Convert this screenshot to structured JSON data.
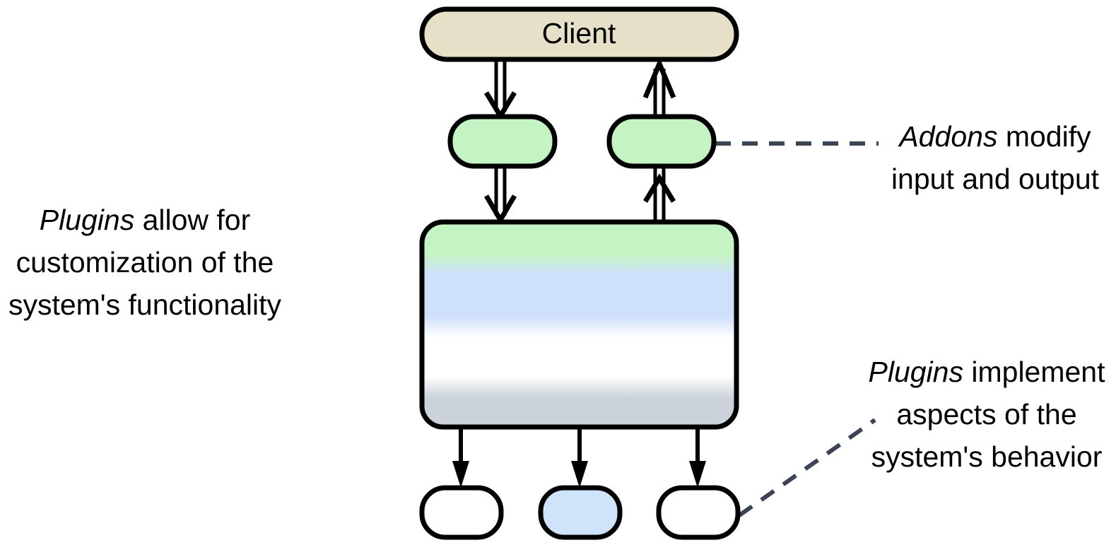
{
  "diagram": {
    "title": "Client / Addons / Plugins architecture",
    "background": "#ffffff",
    "stroke_color": "#000000",
    "leader_color": "#3b4452",
    "colors": {
      "client_fill": "#e6e0c8",
      "addon_fill": "#c4f4c4",
      "core_green": "#c4f4c4",
      "core_blue": "#cfe0fb",
      "core_white": "#ffffff",
      "core_gray": "#cbd2da",
      "plugin_white": "#ffffff",
      "plugin_blue": "#cfe4fb"
    },
    "nodes": {
      "client": {
        "label": "Client"
      },
      "addon_in": {
        "label": ""
      },
      "addon_out": {
        "label": ""
      },
      "core": {
        "label": ""
      },
      "plugin_1": {
        "label": ""
      },
      "plugin_2": {
        "label": ""
      },
      "plugin_3": {
        "label": ""
      }
    },
    "annotations": {
      "left": {
        "emphasis": "Plugins",
        "rest": " allow for customization of the system's functionality",
        "full": "Plugins allow for customization of the system's functionality"
      },
      "top_right": {
        "emphasis": "Addons",
        "rest": " modify input and output",
        "full": "Addons modify input and output"
      },
      "bottom_right": {
        "emphasis": "Plugins",
        "rest": " implement aspects of the system's behavior",
        "full": "Plugins implement aspects of the system's behavior"
      }
    },
    "edges": [
      {
        "name": "client-to-addon-in",
        "style": "double-line-open-arrow",
        "direction": "down"
      },
      {
        "name": "addon-out-to-client",
        "style": "double-line-open-arrow",
        "direction": "up"
      },
      {
        "name": "addon-in-to-core",
        "style": "double-line-open-arrow",
        "direction": "down"
      },
      {
        "name": "core-to-addon-out",
        "style": "double-line-open-arrow",
        "direction": "up"
      },
      {
        "name": "core-to-plugin-1",
        "style": "solid-filled-arrow",
        "direction": "down"
      },
      {
        "name": "core-to-plugin-2",
        "style": "solid-filled-arrow",
        "direction": "down"
      },
      {
        "name": "core-to-plugin-3",
        "style": "solid-filled-arrow",
        "direction": "down"
      }
    ],
    "leaders": [
      {
        "name": "addon-leader",
        "style": "dashed",
        "orientation": "horizontal"
      },
      {
        "name": "plugin-leader",
        "style": "dashed",
        "orientation": "diagonal"
      }
    ]
  }
}
